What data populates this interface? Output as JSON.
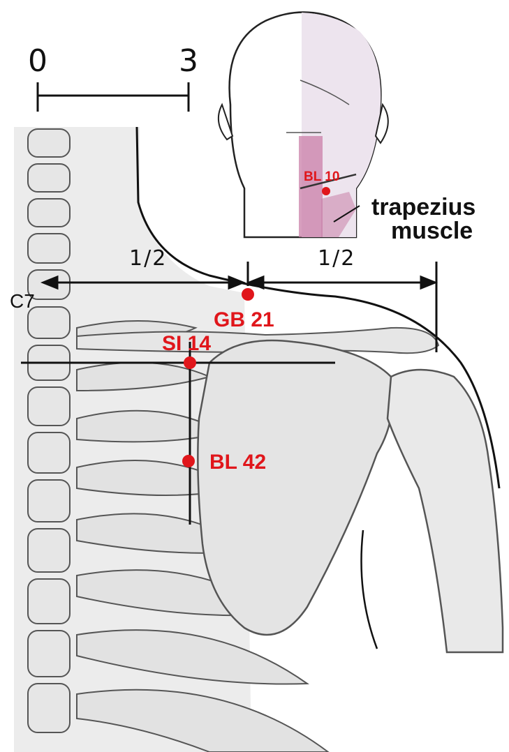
{
  "scale": {
    "start": "0",
    "end": "3"
  },
  "ratios": {
    "left": "1/2",
    "right": "1/2"
  },
  "vertebra": {
    "label": "C7"
  },
  "points": [
    {
      "id": "gb21",
      "label": "GB 21"
    },
    {
      "id": "si14",
      "label": "SI 14"
    },
    {
      "id": "bl42",
      "label": "BL 42"
    },
    {
      "id": "bl10",
      "label": "BL 10"
    }
  ],
  "muscle": {
    "line1": "trapezius",
    "line2": "muscle"
  },
  "colors": {
    "point": "#e0161b",
    "muscle_shade": "#c97fa8",
    "bone_fill": "#e9e9e9",
    "bone_line": "#555555",
    "guide_line": "#111111"
  }
}
